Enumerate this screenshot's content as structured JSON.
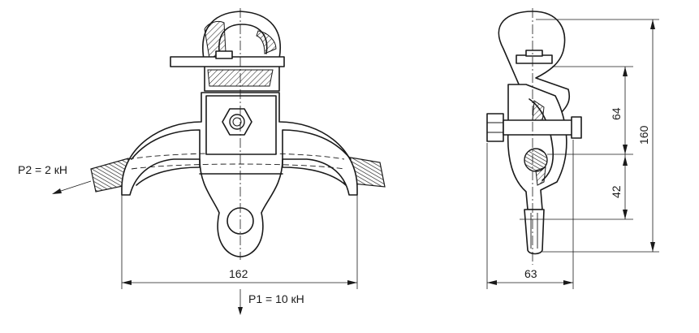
{
  "front_view": {
    "width_dim": "162",
    "load_horizontal": "P2 = 2 кН",
    "load_vertical": "P1 = 10 кН"
  },
  "side_view": {
    "width_dim": "63",
    "height_upper_dim": "64",
    "height_lower_dim": "42",
    "height_total_dim": "160"
  }
}
